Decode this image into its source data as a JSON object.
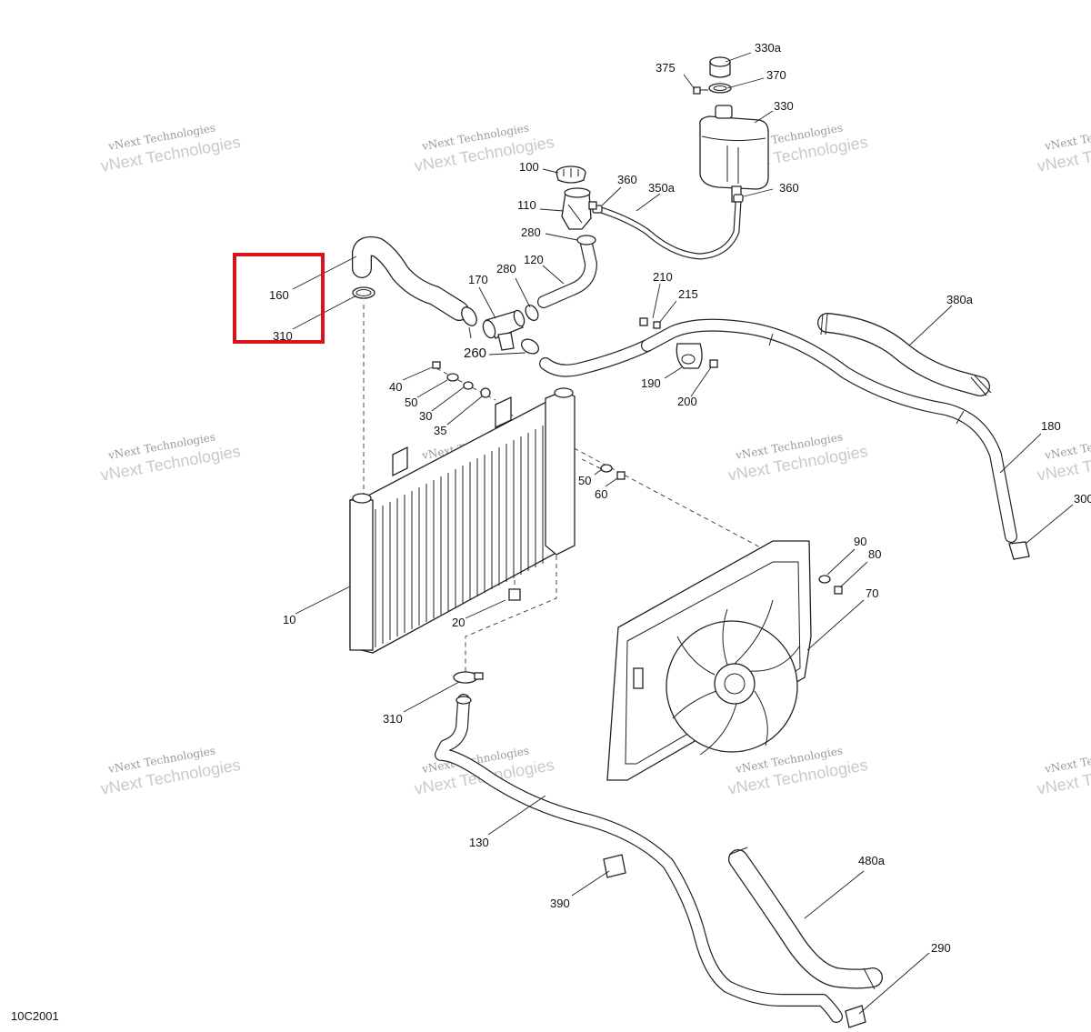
{
  "diagram_code": "10C2001",
  "watermark": {
    "line1": "vNext Technologies",
    "line2": "vNext Technologies"
  },
  "highlight_color": "#d9141b",
  "callouts": {
    "p330a": "330a",
    "p375": "375",
    "p370": "370",
    "p330": "330",
    "p360_top": "360",
    "p360_tank": "360",
    "p350a": "350a",
    "p100": "100",
    "p110": "110",
    "p280_a": "280",
    "p120": "120",
    "p280_b": "280",
    "p170": "170",
    "p160": "160",
    "p310_top": "310",
    "p260": "260",
    "p210": "210",
    "p215": "215",
    "p380a": "380a",
    "p190": "190",
    "p200": "200",
    "p40": "40",
    "p50_a": "50",
    "p30": "30",
    "p35": "35",
    "p180": "180",
    "p300": "300",
    "p50_b": "50",
    "p60": "60",
    "p90": "90",
    "p80": "80",
    "p70": "70",
    "p10": "10",
    "p20": "20",
    "p310_bottom": "310",
    "p130": "130",
    "p390": "390",
    "p480a": "480a",
    "p290": "290"
  }
}
